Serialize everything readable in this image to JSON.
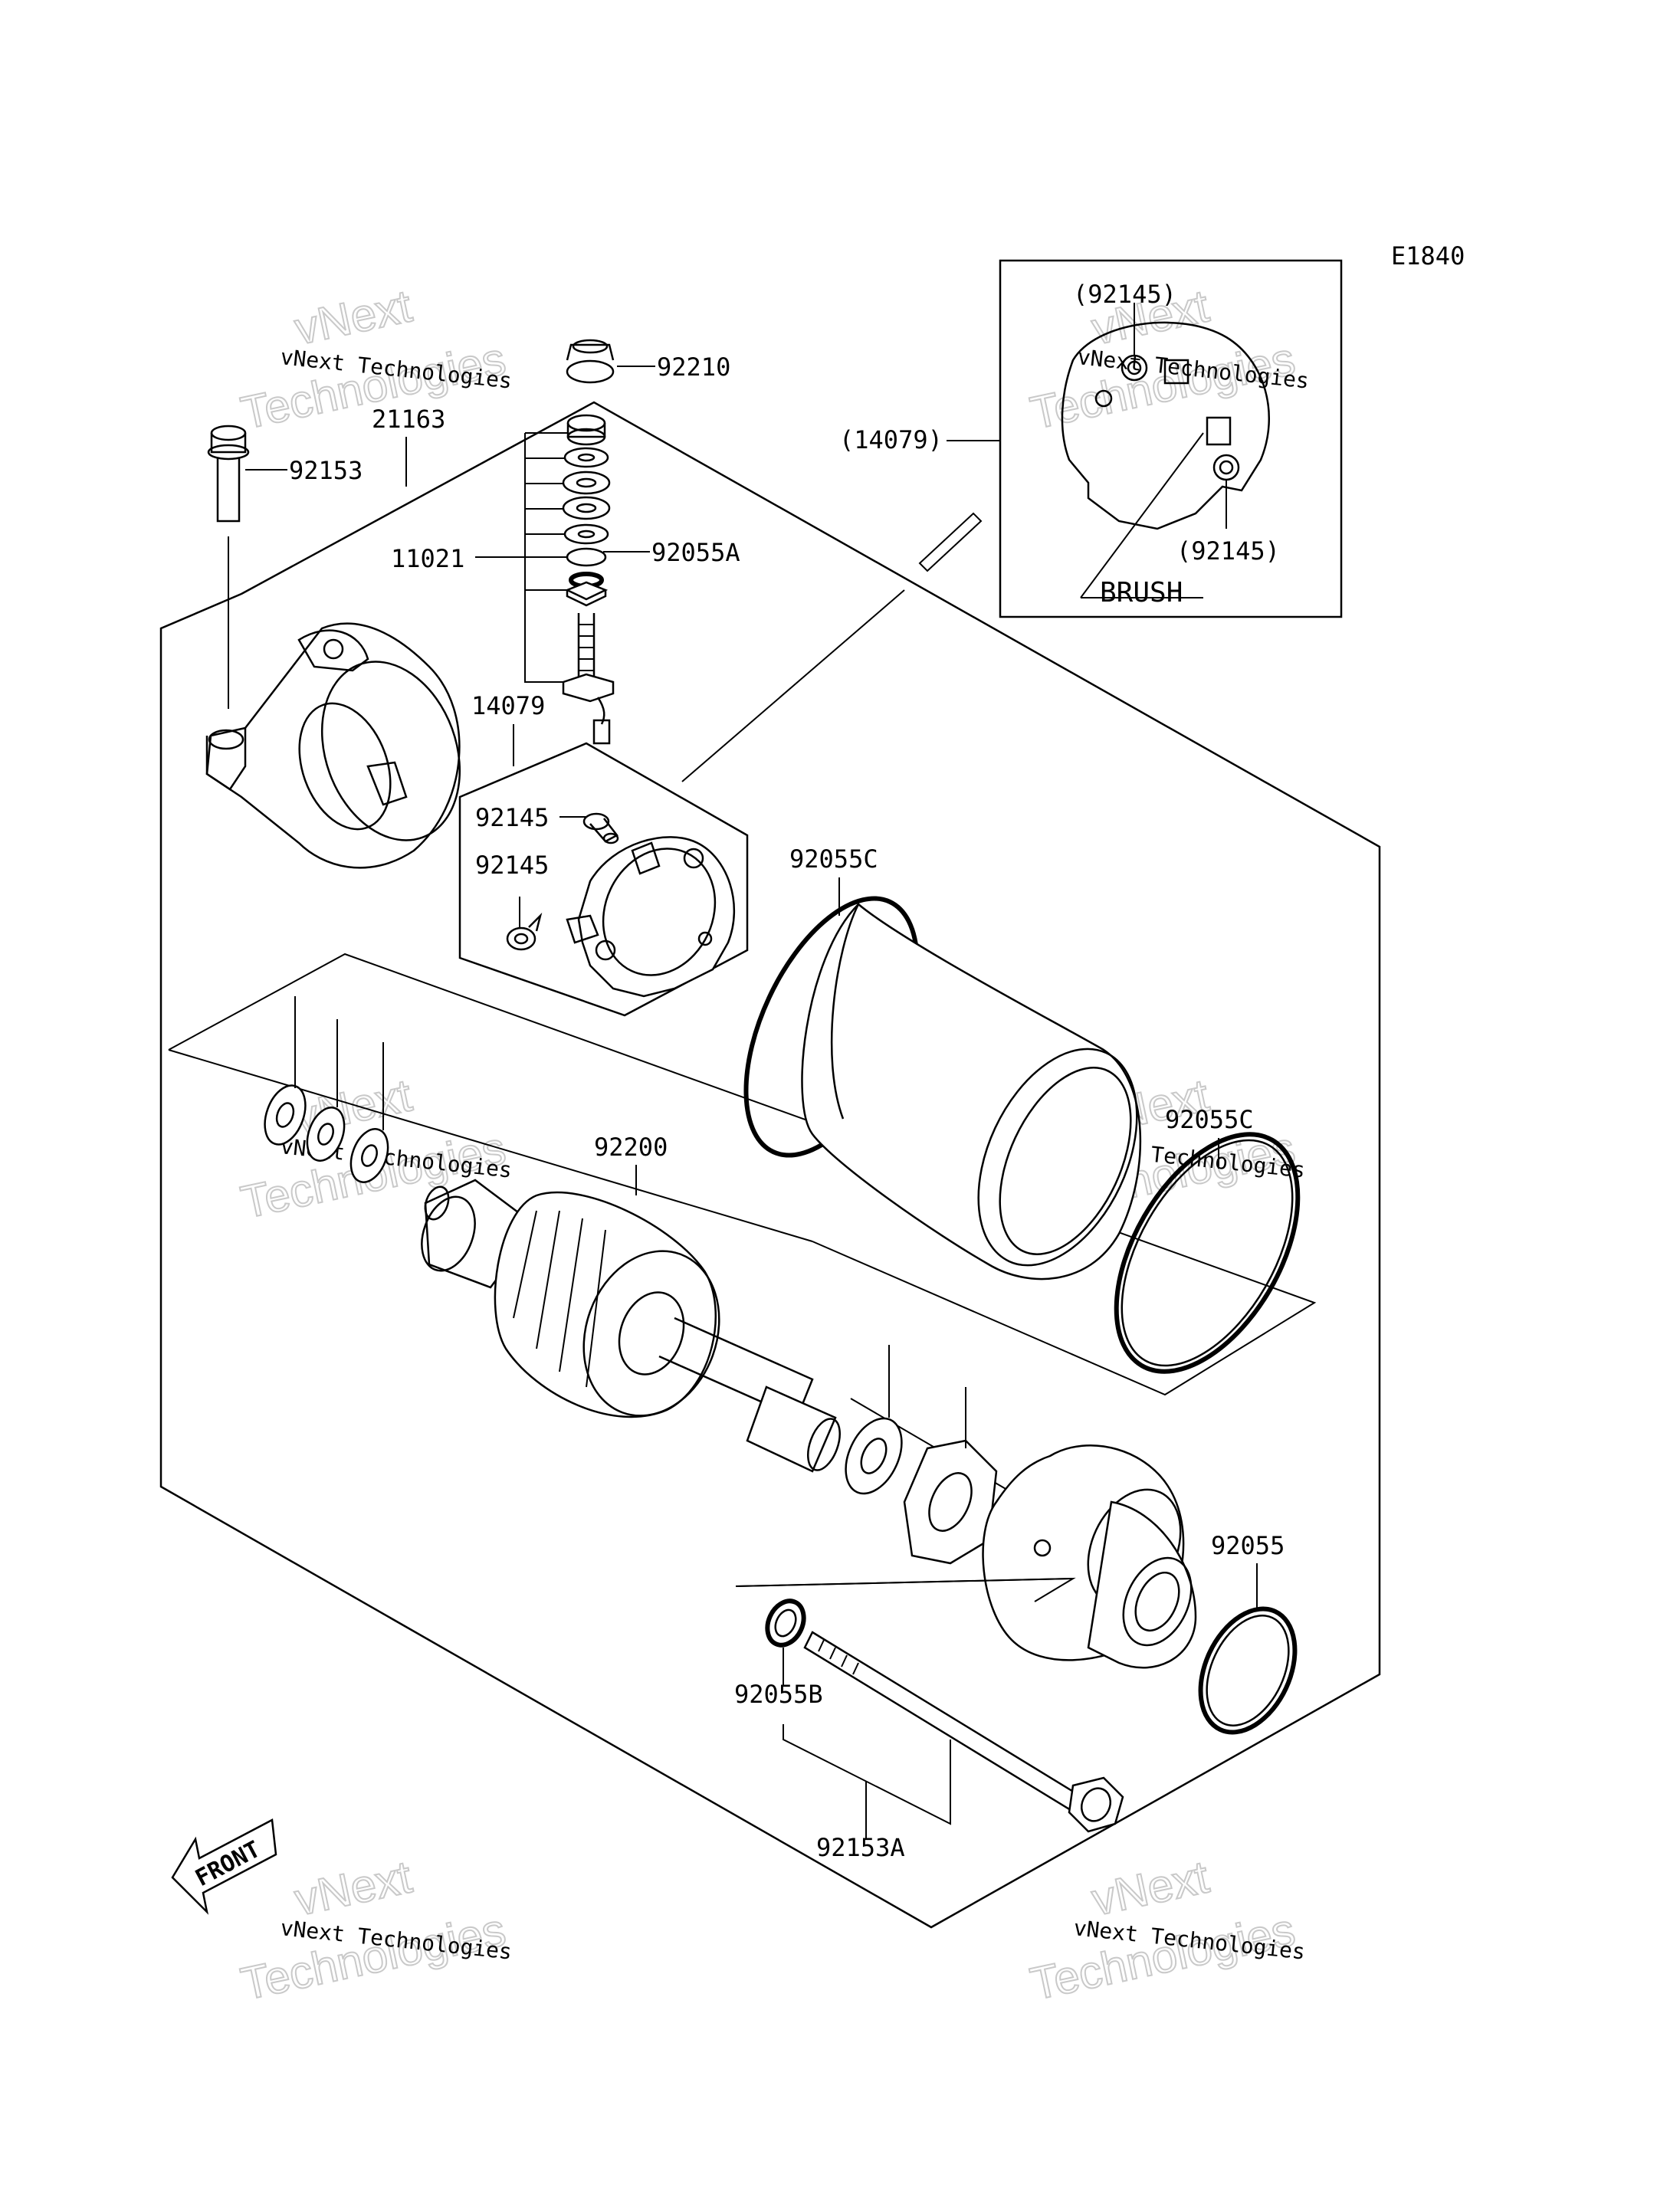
{
  "diagram_code": "E1840",
  "part_labels": {
    "p92210": "92210",
    "p21163": "21163",
    "p92153": "92153",
    "p11021": "11021",
    "p92055A": "92055A",
    "p14079": "14079",
    "p92145_a": "92145",
    "p92145_b": "92145",
    "p92055C_a": "92055C",
    "p92055C_b": "92055C",
    "p92200": "92200",
    "p92055": "92055",
    "p92055B": "92055B",
    "p92153A": "92153A"
  },
  "inset": {
    "label_14079": "(14079)",
    "label_92145_top": "(92145)",
    "label_92145_bottom": "(92145)",
    "brush_label": "BRUSH"
  },
  "front_label": "FRONT",
  "watermark": {
    "line1": "vNext Technologies",
    "big1": "vNext",
    "big2": "Technologies"
  }
}
